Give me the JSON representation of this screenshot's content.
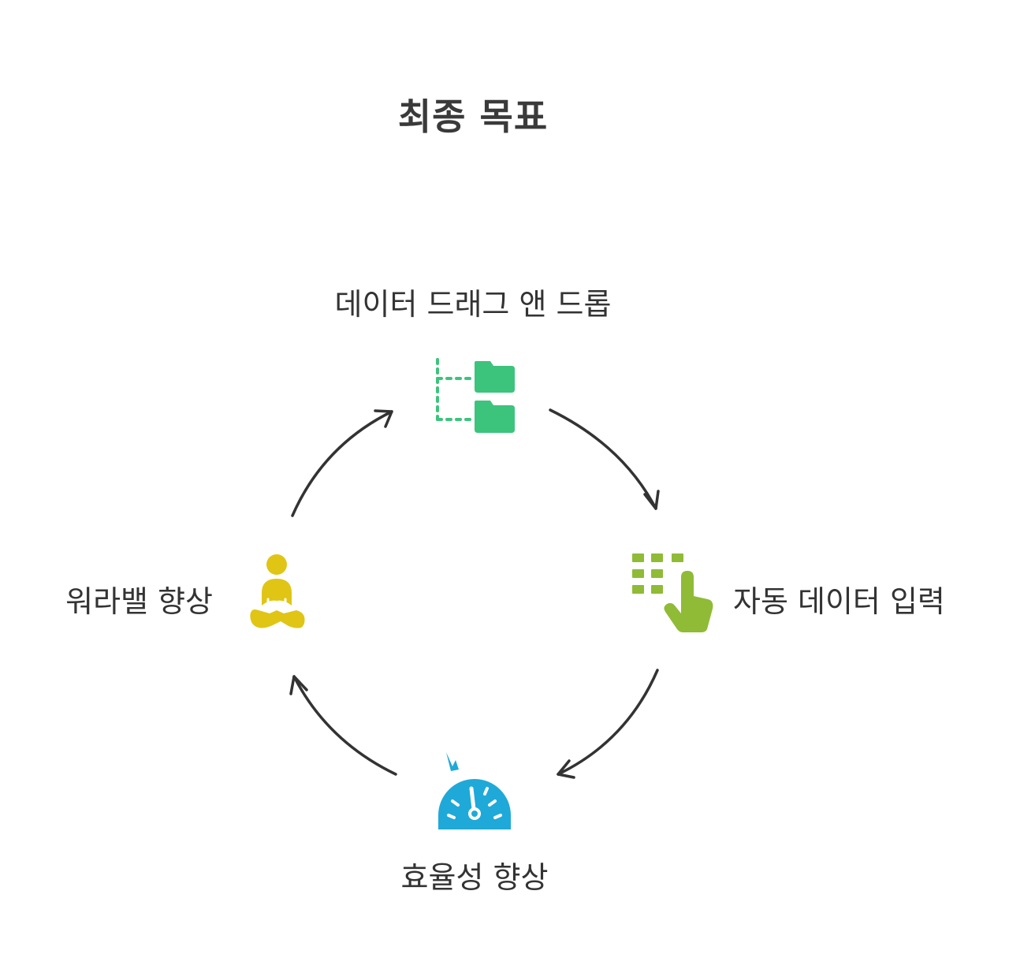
{
  "diagram": {
    "title": "최종 목표",
    "nodes": [
      {
        "label": "데이터 드래그 앤 드롭",
        "icon": "folder-tree-icon",
        "color": "#3cc47c"
      },
      {
        "label": "자동 데이터 입력",
        "icon": "tap-keypad-icon",
        "color": "#8fbb36"
      },
      {
        "label": "효율성 향상",
        "icon": "speedometer-icon",
        "color": "#1fa9d8"
      },
      {
        "label": "워라밸 향상",
        "icon": "meditation-icon",
        "color": "#e0c514"
      }
    ],
    "arrow_color": "#333333"
  }
}
